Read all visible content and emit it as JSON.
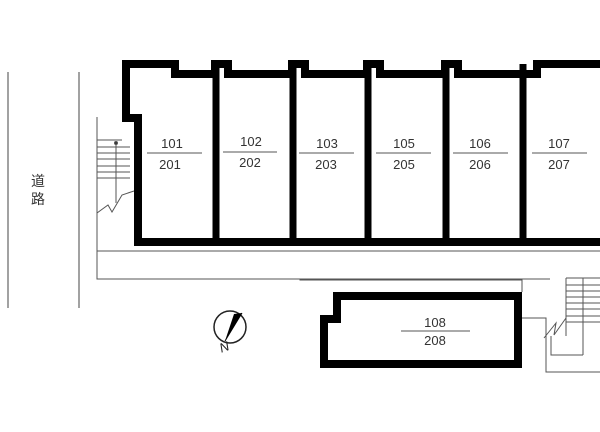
{
  "road_label": "道路",
  "compass_label": "N",
  "units": [
    {
      "first": "101",
      "second": "201"
    },
    {
      "first": "102",
      "second": "202"
    },
    {
      "first": "103",
      "second": "203"
    },
    {
      "first": "105",
      "second": "205"
    },
    {
      "first": "106",
      "second": "206"
    },
    {
      "first": "107",
      "second": "207"
    },
    {
      "first": "108",
      "second": "208"
    }
  ]
}
